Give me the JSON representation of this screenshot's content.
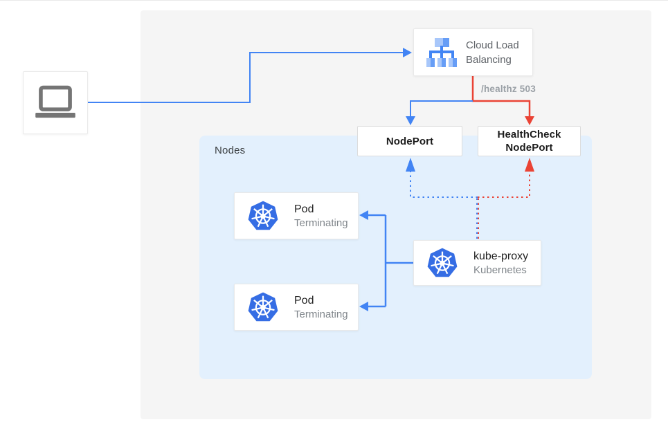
{
  "colors": {
    "blue": "#4284f4",
    "red": "#ea4335",
    "panel_bg": "#f5f5f5",
    "nodes_panel_bg": "#e3f0fd",
    "kubernetes_blue": "#356de4",
    "load_balancer_icon_light": "#a8c7fa",
    "load_balancer_icon_mid": "#669df6",
    "load_balancer_icon_dark": "#4285f4",
    "laptop_gray": "#757575",
    "text_dark": "#212121",
    "text_gray": "#80868b"
  },
  "labels": {
    "nodes": "Nodes",
    "healthz": "/healthz 503"
  },
  "nodes": {
    "cloud_load_balancing": {
      "label": "Cloud Load Balancing"
    },
    "nodeport": {
      "label": "NodePort"
    },
    "healthcheck_nodeport": {
      "line1": "HealthCheck",
      "line2": "NodePort"
    },
    "kube_proxy": {
      "title": "kube-proxy",
      "subtitle": "Kubernetes"
    },
    "pod1": {
      "title": "Pod",
      "subtitle": "Terminating"
    },
    "pod2": {
      "title": "Pod",
      "subtitle": "Terminating"
    }
  }
}
